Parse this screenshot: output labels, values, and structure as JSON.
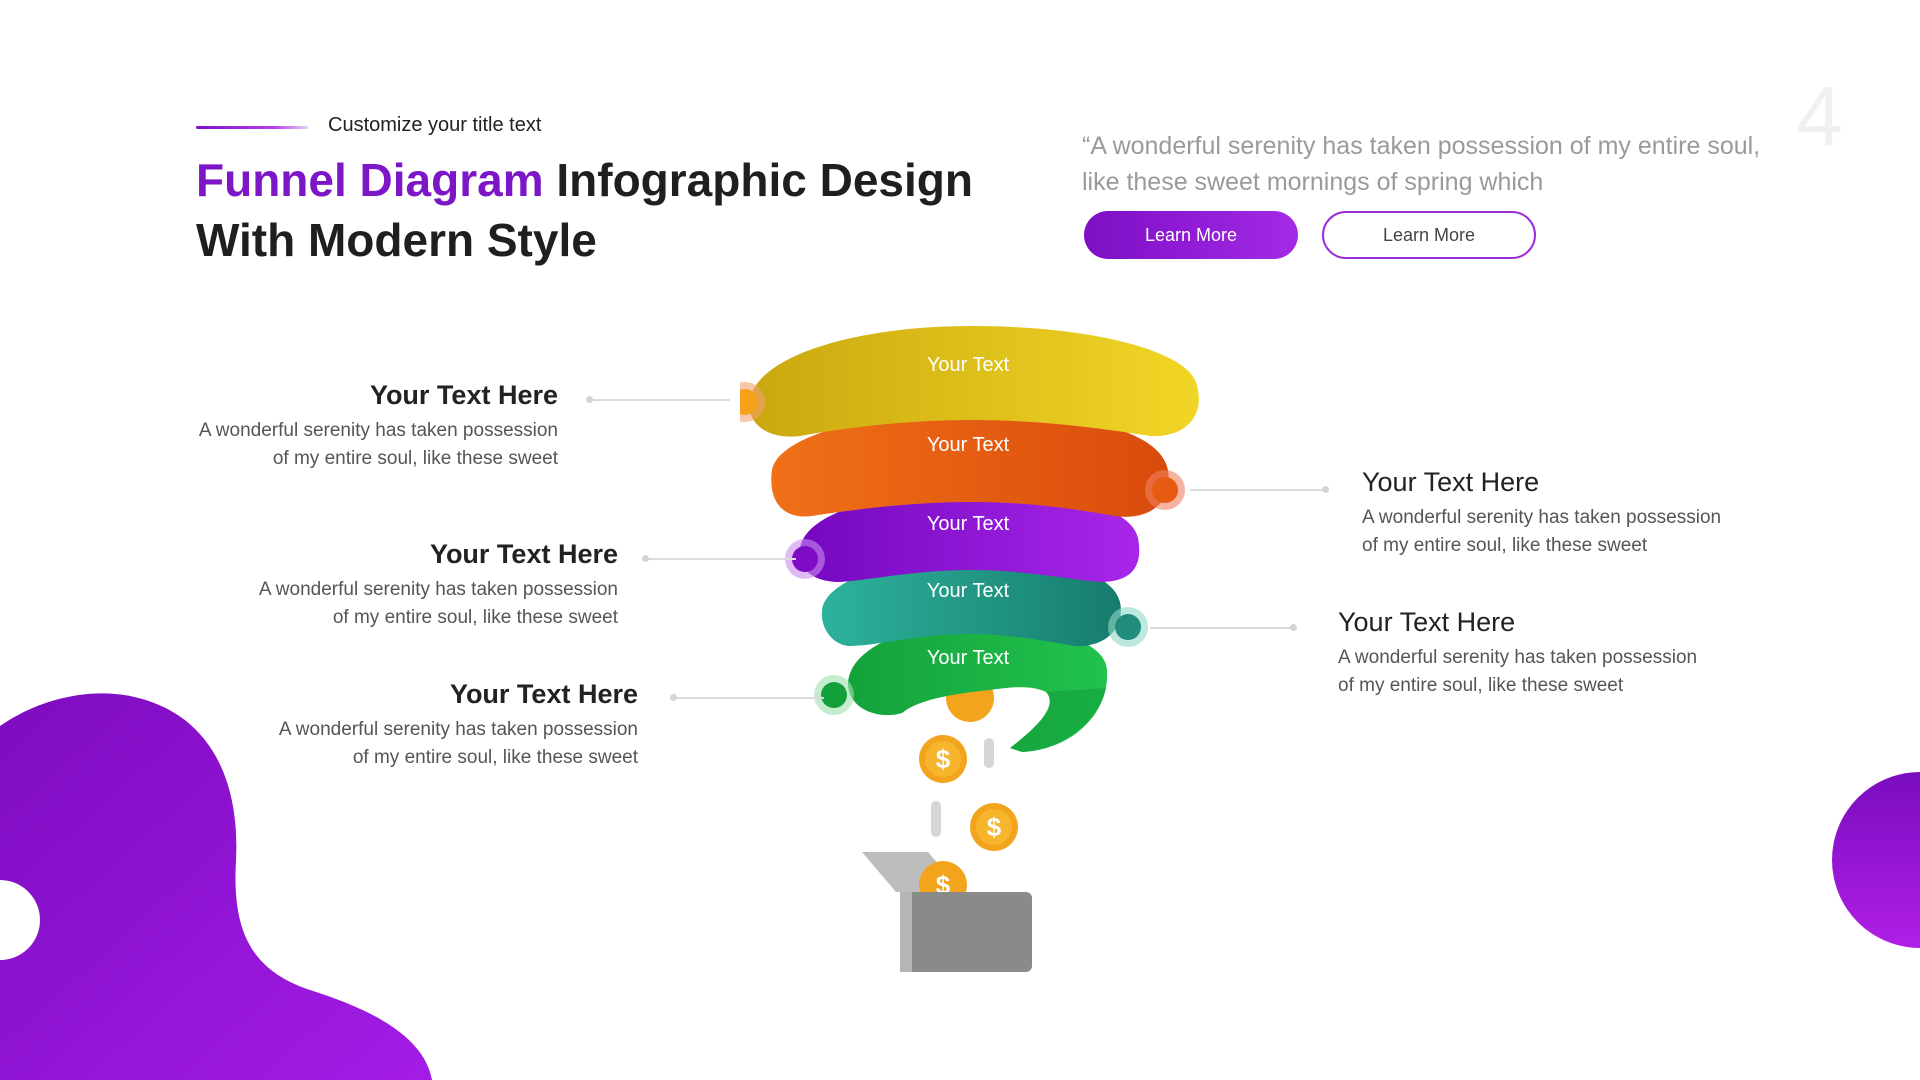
{
  "header": {
    "subtitle": "Customize your title text",
    "title_accent": "Funnel Diagram",
    "title_rest_line1": " Infographic Design",
    "title_line2": "With Modern Style"
  },
  "quote": {
    "line1": "“A wonderful serenity has taken possession of my entire soul,",
    "line2": "like these sweet mornings of spring which"
  },
  "buttons": {
    "primary_label": "Learn More",
    "secondary_label": "Learn More"
  },
  "page_number": "4",
  "funnel": {
    "layers": [
      {
        "label": "Your Text",
        "color": "#e6c61c"
      },
      {
        "label": "Your Text",
        "color": "#ee6a14"
      },
      {
        "label": "Your Text",
        "color": "#8f14d4"
      },
      {
        "label": "Your Text",
        "color": "#1f9a8a"
      },
      {
        "label": "Your Text",
        "color": "#1aaa3e"
      }
    ],
    "coin_symbol": "$"
  },
  "callouts": [
    {
      "title": "Your Text Here",
      "line1": "A wonderful serenity has taken possession",
      "line2": "of my entire soul, like these sweet"
    },
    {
      "title": "Your Text Here",
      "line1": "A wonderful serenity has taken possession",
      "line2": "of my entire soul, like these sweet"
    },
    {
      "title": "Your Text Here",
      "line1": "A wonderful serenity has taken possession",
      "line2": "of my entire soul, like these sweet"
    },
    {
      "title": "Your Text Here",
      "line1": "A wonderful serenity has taken possession",
      "line2": "of my entire soul, like these sweet"
    },
    {
      "title": "Your Text Here",
      "line1": "A wonderful serenity has taken possession",
      "line2": "of my entire soul, like these sweet"
    }
  ],
  "colors": {
    "accent": "#7d16c6",
    "blob": "#8a12cf"
  }
}
